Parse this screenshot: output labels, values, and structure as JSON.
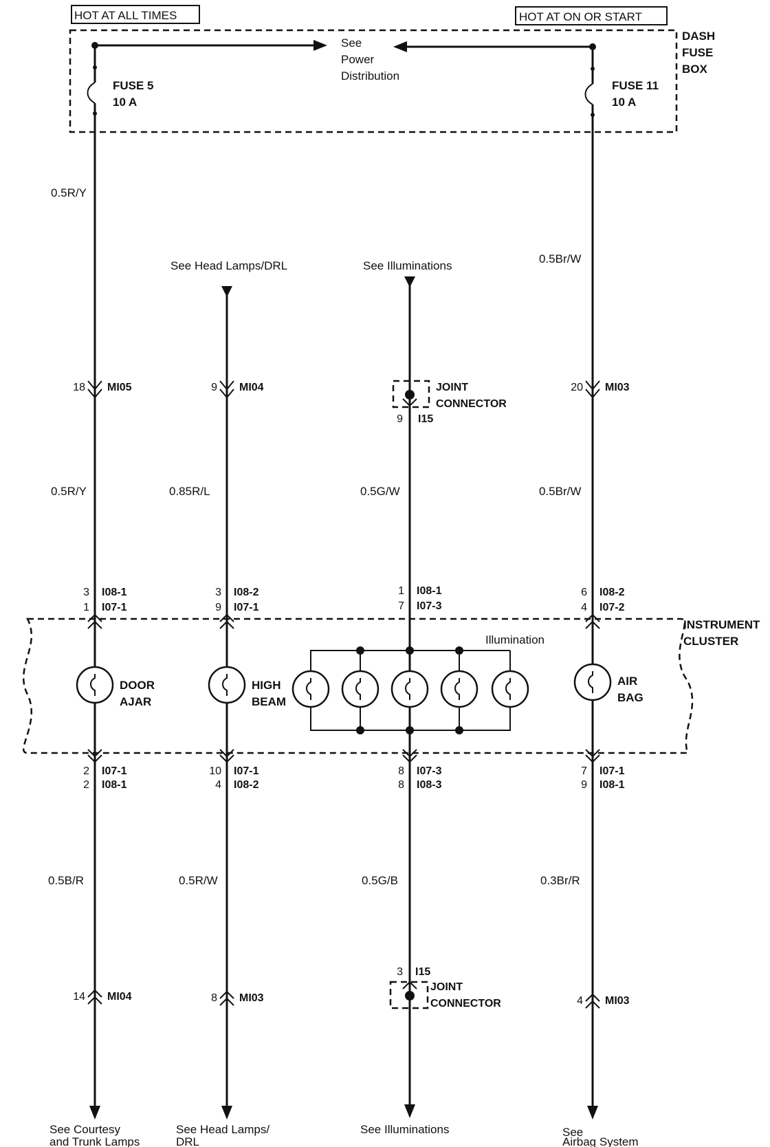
{
  "header": {
    "hot_all_times": "HOT AT ALL TIMES",
    "hot_on_start": "HOT AT ON OR START",
    "dash_fuse_box": [
      "DASH",
      "FUSE",
      "BOX"
    ],
    "power_dist": [
      "See",
      "Power",
      "Distribution"
    ]
  },
  "fuses": {
    "fuse5": {
      "name": "FUSE 5",
      "rating": "10 A"
    },
    "fuse11": {
      "name": "FUSE 11",
      "rating": "10 A"
    }
  },
  "wires": {
    "c1_top": "0.5R/Y",
    "c4_top": "0.5Br/W",
    "c1_mid": "0.5R/Y",
    "c2_mid": "0.85R/L",
    "c3_mid": "0.5G/W",
    "c4_mid": "0.5Br/W",
    "c1_bot": "0.5B/R",
    "c2_bot": "0.5R/W",
    "c3_bot": "0.5G/B",
    "c4_bot": "0.3Br/R"
  },
  "refs_top": {
    "c2": "See Head Lamps/DRL",
    "c3": "See Illuminations"
  },
  "connectors_upper": {
    "c1": {
      "pin": "18",
      "name": "MI05"
    },
    "c2": {
      "pin": "9",
      "name": "MI04"
    },
    "c3": {
      "pin": "9",
      "name": "I15"
    },
    "c4": {
      "pin": "20",
      "name": "MI03"
    }
  },
  "joint_connector": [
    "JOINT",
    "CONNECTOR"
  ],
  "cluster_in": {
    "c1": {
      "pins": [
        "3",
        "1"
      ],
      "names": [
        "I08-1",
        "I07-1"
      ]
    },
    "c2": {
      "pins": [
        "3",
        "9"
      ],
      "names": [
        "I08-2",
        "I07-1"
      ]
    },
    "c3": {
      "pins": [
        "1",
        "7"
      ],
      "names": [
        "I08-1",
        "I07-3"
      ]
    },
    "c4": {
      "pins": [
        "6",
        "4"
      ],
      "names": [
        "I08-2",
        "I07-2"
      ]
    }
  },
  "cluster": {
    "title": [
      "INSTRUMENT",
      "CLUSTER"
    ],
    "illumination": "Illumination",
    "door_ajar": [
      "DOOR",
      "AJAR"
    ],
    "high_beam": [
      "HIGH",
      "BEAM"
    ],
    "air_bag": [
      "AIR",
      "BAG"
    ]
  },
  "cluster_out": {
    "c1": {
      "pins": [
        "2",
        "2"
      ],
      "names": [
        "I07-1",
        "I08-1"
      ]
    },
    "c2": {
      "pins": [
        "10",
        "4"
      ],
      "names": [
        "I07-1",
        "I08-2"
      ]
    },
    "c3": {
      "pins": [
        "8",
        "8"
      ],
      "names": [
        "I07-3",
        "I08-3"
      ]
    },
    "c4": {
      "pins": [
        "7",
        "9"
      ],
      "names": [
        "I07-1",
        "I08-1"
      ]
    }
  },
  "connectors_lower": {
    "c1": {
      "pin": "14",
      "name": "MI04"
    },
    "c2": {
      "pin": "8",
      "name": "MI03"
    },
    "c3": {
      "pin": "3",
      "name": "I15"
    },
    "c4": {
      "pin": "4",
      "name": "MI03"
    }
  },
  "refs_bottom": {
    "c1": [
      "See Courtesy",
      "and Trunk Lamps"
    ],
    "c2": [
      "See Head Lamps/",
      "DRL"
    ],
    "c3": [
      "See Illuminations"
    ],
    "c4": [
      "See",
      "Airbag System"
    ]
  }
}
